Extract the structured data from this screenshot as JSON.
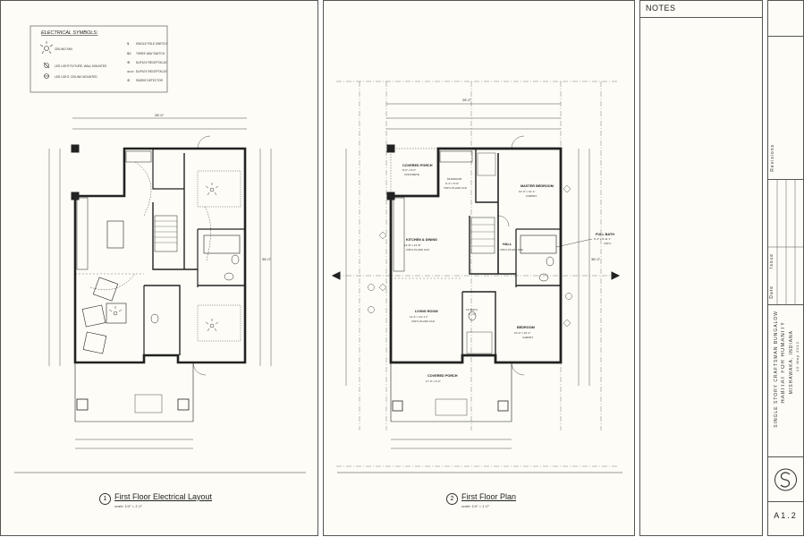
{
  "legend": {
    "title": "ELECTRICAL SYMBOLS:",
    "items_left": [
      "CEILING FAN",
      "LED LIGHT FIXTURE, WALL MOUNTED",
      "LED LIGHT, CEILING MOUNTED"
    ],
    "items_right": [
      "SINGLE POLE SWITCH",
      "THREE WAY SWITCH",
      "DUPLEX RECEPTACLE",
      "DUPLEX RECEPTACLE",
      "SMOKE DETECTOR"
    ],
    "symbols_right": [
      "$",
      "$3",
      "⊕",
      "⊕GFI",
      "⊛"
    ]
  },
  "plan_left": {
    "number": "1",
    "title": "First Floor Electrical Layout",
    "scale": "scale: 1/4\" = 1'-0\""
  },
  "plan_right": {
    "number": "2",
    "title": "First Floor Plan",
    "scale": "scale: 1/4\" = 1'-0\""
  },
  "rooms": [
    {
      "name": "COVERED PORCH",
      "dim": "8'-0\" x 8'-0\"",
      "note": "CONCRETE"
    },
    {
      "name": "MUDROOM",
      "dim": "6'-4\" x 5'-6\"",
      "note": "VINYL PLANK FLR"
    },
    {
      "name": "MASTER BEDROOM",
      "dim": "10'-3\" x 12'-1\"",
      "note": "CARPET"
    },
    {
      "name": "KITCHEN & DINING",
      "dim": "12'-8\" x 12'-8\"",
      "note": "VINYL PLANK FLR"
    },
    {
      "name": "HALL",
      "dim": "",
      "note": "VINYL PLANK FLR"
    },
    {
      "name": "FULL BATH",
      "dim": "6'-4\" x 8'-11 1\"",
      "note": "VINYL"
    },
    {
      "name": "LIVING ROOM",
      "dim": "11'-2\" x 14'-1 1\"",
      "note": "VINYL PLANK FLR"
    },
    {
      "name": "1/2 BATH",
      "dim": "5' x 5'",
      "note": ""
    },
    {
      "name": "BEDROOM",
      "dim": "10'-3\" x 10'-1\"",
      "note": "CARPET"
    },
    {
      "name": "COVERED PORCH",
      "dim": "17'-0\" x 6'-0\"",
      "note": ""
    }
  ],
  "dims": {
    "overall_width": "28'-0\"",
    "overall_depth": "36'-0\""
  },
  "notes": {
    "title": "NOTES"
  },
  "titleblock": {
    "project_line1": "SINGLE STORY CRAFTSMAN BUNGALOW",
    "project_line2": "HABITAT FOR HUMANITY",
    "project_line3": "MISHAWAKA, INDIANA",
    "date": "10 May 2012",
    "sheet_number": "A1.2",
    "rev_labels": [
      "Revisions",
      "Issue",
      "Date"
    ]
  },
  "colors": {
    "paper": "#fdfcf6",
    "line": "#333333"
  }
}
